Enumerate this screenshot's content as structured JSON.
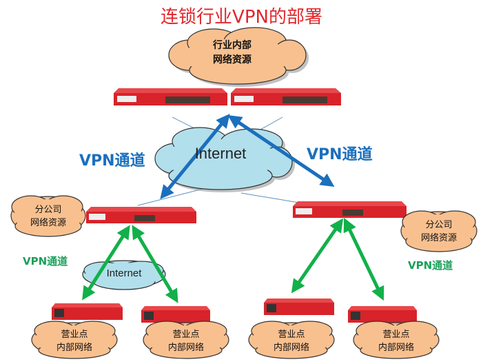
{
  "title": "连锁行业VPN的部署",
  "hq_cloud": {
    "line1": "行业内部",
    "line2": "网络资源"
  },
  "internet_main": "Internet",
  "internet_small": "Internet",
  "vpn_blue_left": "VPN通道",
  "vpn_blue_right": "VPN通道",
  "vpn_green_left": "VPN通道",
  "vpn_green_right": "VPN通道",
  "branches": [
    {
      "line1": "分公司",
      "line2": "网络资源"
    },
    {
      "line1": "分公司",
      "line2": "网络资源"
    }
  ],
  "sites": [
    {
      "line1": "营业点",
      "line2": "内部网络"
    },
    {
      "line1": "营业点",
      "line2": "内部网络"
    },
    {
      "line1": "营业点",
      "line2": "内部网络"
    },
    {
      "line1": "营业点",
      "line2": "内部网络"
    }
  ],
  "colors": {
    "title": "#e0262b",
    "blue_arrow": "#1b6fbd",
    "green_arrow": "#12b04a",
    "cloud_orange": "#f9c08f",
    "cloud_blue": "#b2dfec",
    "device_red": "#d8232a"
  }
}
